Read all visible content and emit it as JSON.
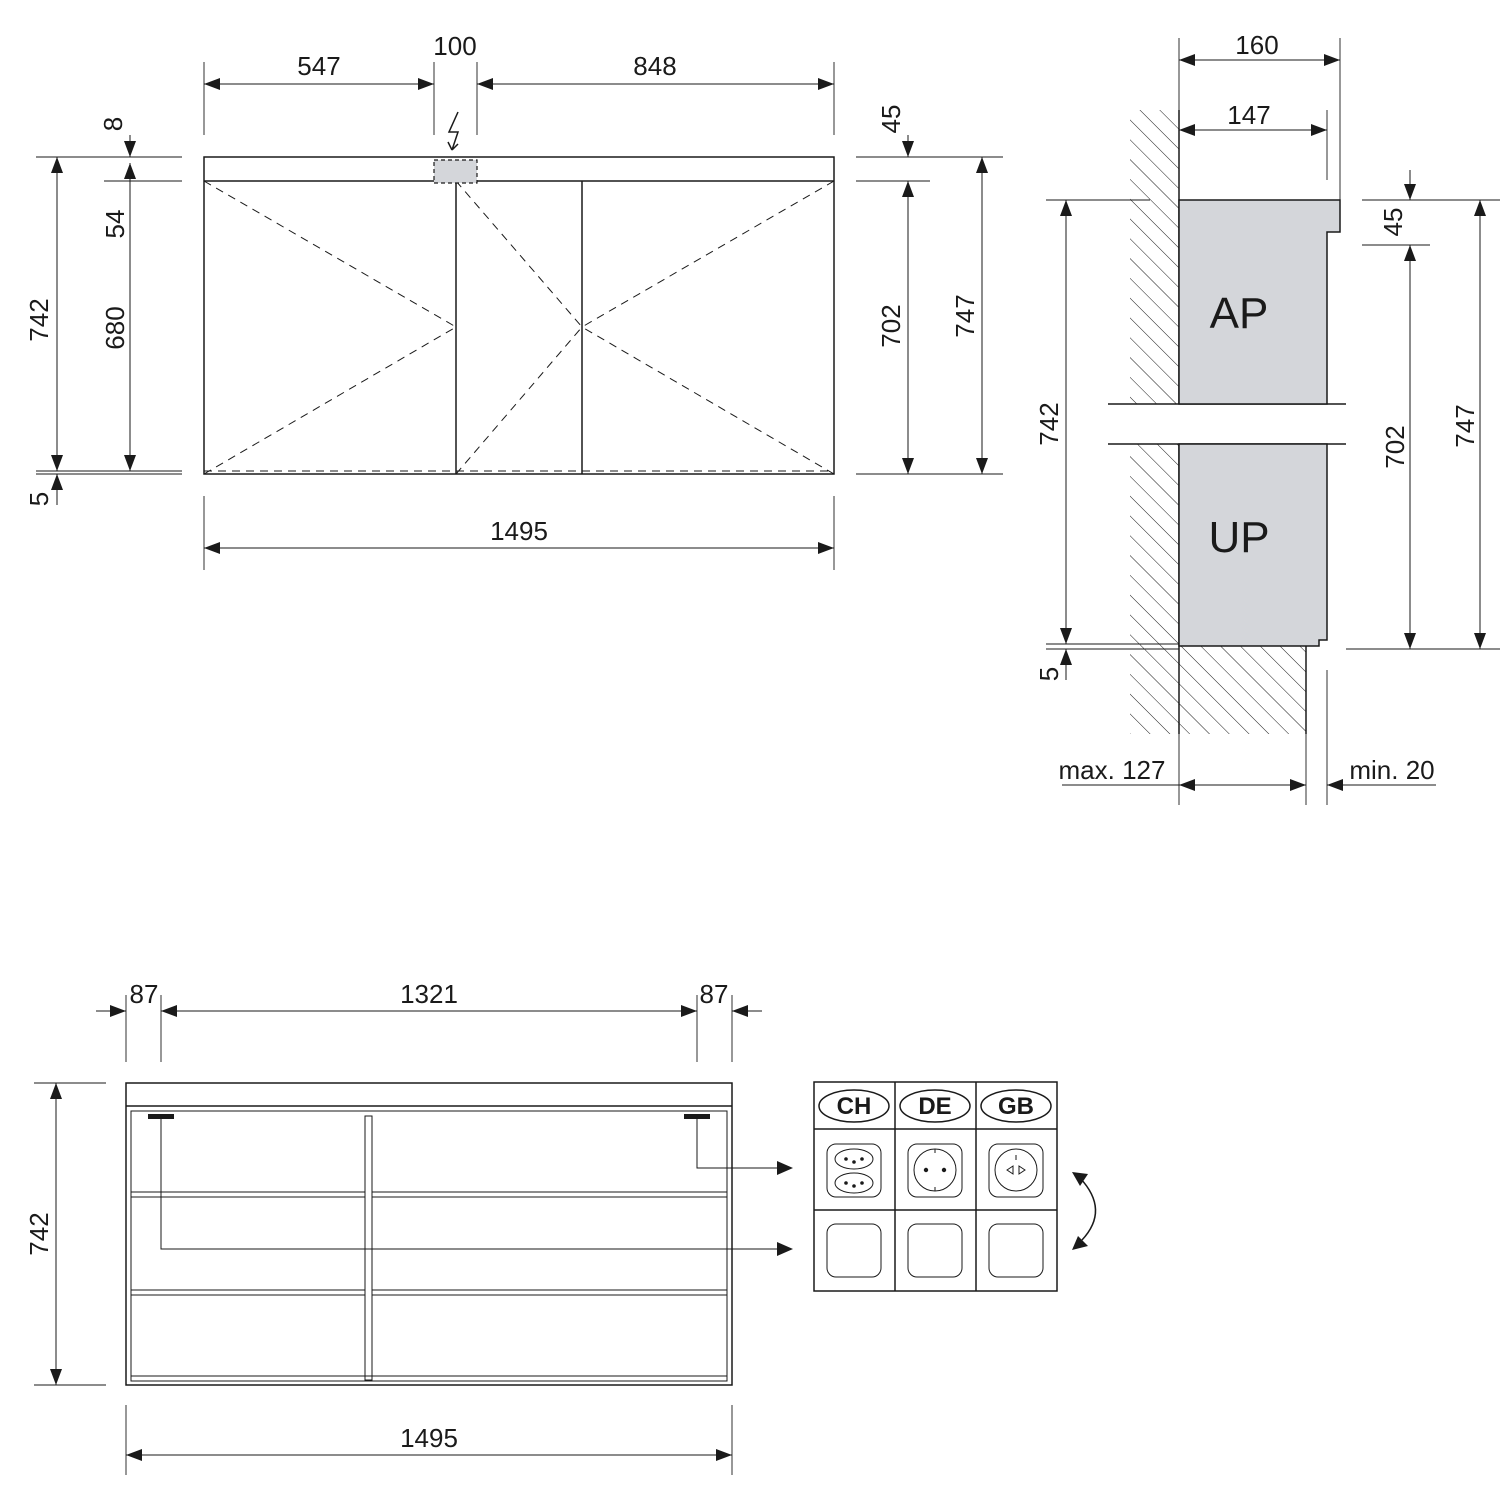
{
  "front_view": {
    "dim_547": "547",
    "dim_100": "100",
    "dim_848": "848",
    "dim_8": "8",
    "dim_54": "54",
    "dim_742": "742",
    "dim_680": "680",
    "dim_5": "5",
    "dim_45": "45",
    "dim_702": "702",
    "dim_747": "747",
    "dim_1495": "1495"
  },
  "side_view": {
    "dim_160": "160",
    "dim_147": "147",
    "dim_45": "45",
    "dim_742": "742",
    "dim_702": "702",
    "dim_747": "747",
    "dim_5": "5",
    "label_ap": "AP",
    "label_up": "UP",
    "max_depth": "max. 127",
    "min_gap": "min. 20"
  },
  "interior_view": {
    "dim_87_left": "87",
    "dim_1321": "1321",
    "dim_87_right": "87",
    "dim_742": "742",
    "dim_1495": "1495"
  },
  "sockets": {
    "countries": [
      "CH",
      "DE",
      "GB"
    ]
  },
  "icons": [
    "power-lightning-icon",
    "rotate-arrow-icon",
    "socket-ch-icon",
    "socket-de-icon",
    "socket-gb-icon"
  ],
  "colors": {
    "fill_gray": "#d4d6da",
    "line": "#1a1a1a"
  }
}
